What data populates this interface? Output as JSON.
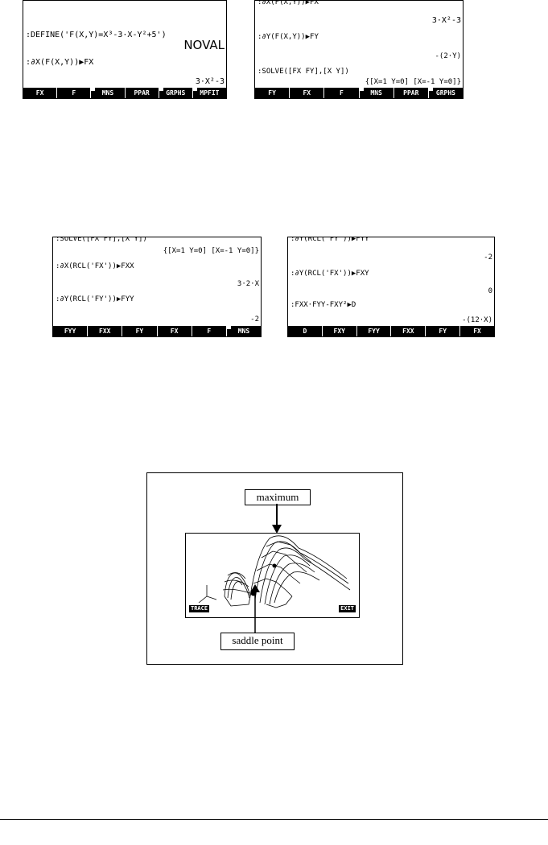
{
  "screen1": {
    "line1": ":DEFINE('F(X,Y)=X³-3·X-Y²+5')",
    "line2": "NOVAL",
    "line3": ":∂X(F(X,Y))▶FX",
    "line4": "3·X²-3",
    "softkeys": [
      "FX",
      "F",
      "MNS",
      "PPAR",
      "GRPHS",
      "MPFIT"
    ]
  },
  "screen2": {
    "line0": ":∂X(F(X,Y))▶FX",
    "line1": "3·X²-3",
    "line2": ":∂Y(F(X,Y))▶FY",
    "line3": "-(2·Y)",
    "line4": ":SOLVE([FX FY],[X Y])",
    "line5": "{[X=1 Y=0] [X=-1 Y=0]}",
    "softkeys": [
      "FY",
      "FX",
      "F",
      "MNS",
      "PPAR",
      "GRPHS"
    ]
  },
  "screen3": {
    "line0": ":SOLVE([FX FY],[X Y])",
    "line1": "{[X=1 Y=0] [X=-1 Y=0]}",
    "line2": ":∂X(RCL('FX'))▶FXX",
    "line3": "3·2·X",
    "line4": ":∂Y(RCL('FY'))▶FYY",
    "line5": "-2",
    "softkeys": [
      "FYY",
      "FXX",
      "FY",
      "FX",
      "F",
      "MNS"
    ]
  },
  "screen4": {
    "line0": ":∂Y(RCL('FY'))▶FYY",
    "line1": "-2",
    "line2": ":∂Y(RCL('FX'))▶FXY",
    "line3": "0",
    "line4": ":FXX·FYY-FXY²▶D",
    "line5": "-(12·X)",
    "softkeys": [
      "D",
      "FXY",
      "FYY",
      "FXX",
      "FY",
      "FX"
    ]
  },
  "figure": {
    "label_top": "maximum",
    "label_bottom": "saddle point",
    "trace_key": "TRACE",
    "exit_key": "EXIT"
  },
  "colors": {
    "ink": "#000000",
    "paper": "#ffffff"
  }
}
